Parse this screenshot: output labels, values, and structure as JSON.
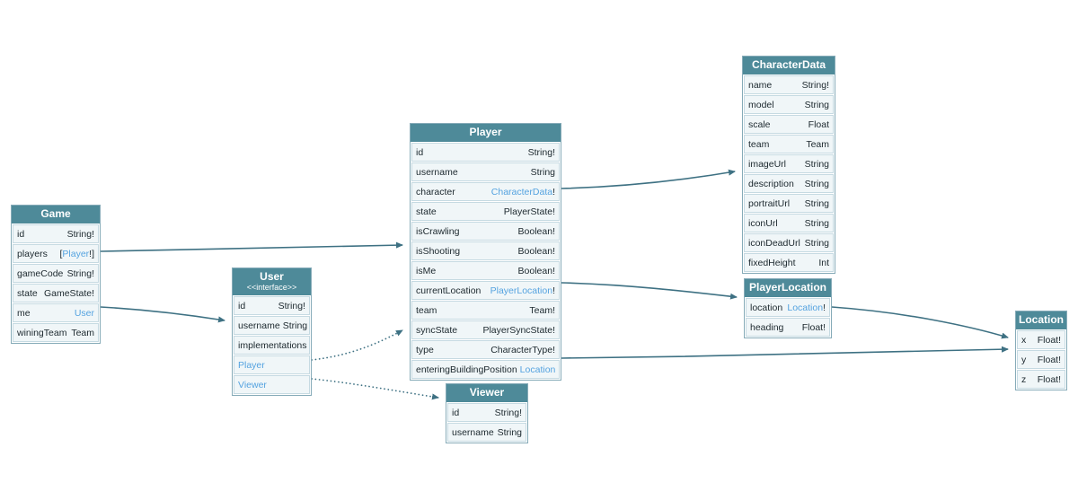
{
  "colors": {
    "header_bg": "#4e8a99",
    "header_text": "#ffffff",
    "row_bg": "#f0f6f8",
    "row_border": "#c6dae2",
    "table_border": "#86abb8",
    "field_text": "#1c282e",
    "link_text": "#55a3e0",
    "edge": "#3e7183"
  },
  "tables": [
    {
      "title": "Game",
      "fields": [
        {
          "name": "id",
          "pre": "",
          "type": "String!",
          "post": "",
          "link": false
        },
        {
          "name": "players",
          "pre": "[",
          "type": "Player",
          "post": "!]",
          "link": true
        },
        {
          "name": "gameCode",
          "pre": "",
          "type": "String!",
          "post": "",
          "link": false
        },
        {
          "name": "state",
          "pre": "",
          "type": "GameState!",
          "post": "",
          "link": false
        },
        {
          "name": "me",
          "pre": "",
          "type": "User",
          "post": "",
          "link": true
        },
        {
          "name": "winingTeam",
          "pre": "",
          "type": "Team",
          "post": "",
          "link": false
        }
      ]
    },
    {
      "title": "User",
      "subtitle": "<<interface>>",
      "fields": [
        {
          "name": "id",
          "pre": "",
          "type": "String!",
          "post": "",
          "link": false
        },
        {
          "name": "username",
          "pre": "",
          "type": "String",
          "post": "",
          "link": false
        },
        {
          "name": "implementations",
          "solo": true,
          "link": false
        },
        {
          "name": "Player",
          "solo": true,
          "link": true
        },
        {
          "name": "Viewer",
          "solo": true,
          "link": true
        }
      ]
    },
    {
      "title": "Player",
      "fields": [
        {
          "name": "id",
          "pre": "",
          "type": "String!",
          "post": "",
          "link": false
        },
        {
          "name": "username",
          "pre": "",
          "type": "String",
          "post": "",
          "link": false
        },
        {
          "name": "character",
          "pre": "",
          "type": "CharacterData",
          "post": "!",
          "link": true
        },
        {
          "name": "state",
          "pre": "",
          "type": "PlayerState!",
          "post": "",
          "link": false
        },
        {
          "name": "isCrawling",
          "pre": "",
          "type": "Boolean!",
          "post": "",
          "link": false
        },
        {
          "name": "isShooting",
          "pre": "",
          "type": "Boolean!",
          "post": "",
          "link": false
        },
        {
          "name": "isMe",
          "pre": "",
          "type": "Boolean!",
          "post": "",
          "link": false
        },
        {
          "name": "currentLocation",
          "pre": "",
          "type": "PlayerLocation",
          "post": "!",
          "link": true
        },
        {
          "name": "team",
          "pre": "",
          "type": "Team!",
          "post": "",
          "link": false
        },
        {
          "name": "syncState",
          "pre": "",
          "type": "PlayerSyncState!",
          "post": "",
          "link": false
        },
        {
          "name": "type",
          "pre": "",
          "type": "CharacterType!",
          "post": "",
          "link": false
        },
        {
          "name": "enteringBuildingPosition",
          "pre": "",
          "type": "Location",
          "post": "",
          "link": true
        }
      ]
    },
    {
      "title": "Viewer",
      "fields": [
        {
          "name": "id",
          "pre": "",
          "type": "String!",
          "post": "",
          "link": false
        },
        {
          "name": "username",
          "pre": "",
          "type": "String",
          "post": "",
          "link": false
        }
      ]
    },
    {
      "title": "CharacterData",
      "fields": [
        {
          "name": "name",
          "pre": "",
          "type": "String!",
          "post": "",
          "link": false
        },
        {
          "name": "model",
          "pre": "",
          "type": "String",
          "post": "",
          "link": false
        },
        {
          "name": "scale",
          "pre": "",
          "type": "Float",
          "post": "",
          "link": false
        },
        {
          "name": "team",
          "pre": "",
          "type": "Team",
          "post": "",
          "link": false
        },
        {
          "name": "imageUrl",
          "pre": "",
          "type": "String",
          "post": "",
          "link": false
        },
        {
          "name": "description",
          "pre": "",
          "type": "String",
          "post": "",
          "link": false
        },
        {
          "name": "portraitUrl",
          "pre": "",
          "type": "String",
          "post": "",
          "link": false
        },
        {
          "name": "iconUrl",
          "pre": "",
          "type": "String",
          "post": "",
          "link": false
        },
        {
          "name": "iconDeadUrl",
          "pre": "",
          "type": "String",
          "post": "",
          "link": false
        },
        {
          "name": "fixedHeight",
          "pre": "",
          "type": "Int",
          "post": "",
          "link": false
        }
      ]
    },
    {
      "title": "PlayerLocation",
      "fields": [
        {
          "name": "location",
          "pre": "",
          "type": "Location",
          "post": "!",
          "link": true
        },
        {
          "name": "heading",
          "pre": "",
          "type": "Float!",
          "post": "",
          "link": false
        }
      ]
    },
    {
      "title": "Location",
      "fields": [
        {
          "name": "x",
          "pre": "",
          "type": "Float!",
          "post": "",
          "link": false
        },
        {
          "name": "y",
          "pre": "",
          "type": "Float!",
          "post": "",
          "link": false
        },
        {
          "name": "z",
          "pre": "",
          "type": "Float!",
          "post": "",
          "link": false
        }
      ]
    }
  ],
  "edges": [
    {
      "from": "Game.players",
      "to": "Player",
      "style": "solid"
    },
    {
      "from": "Game.me",
      "to": "User",
      "style": "solid"
    },
    {
      "from": "Player.character",
      "to": "CharacterData",
      "style": "solid"
    },
    {
      "from": "Player.currentLocation",
      "to": "PlayerLocation",
      "style": "solid"
    },
    {
      "from": "Player.enteringBuildingPosition",
      "to": "Location",
      "style": "solid"
    },
    {
      "from": "PlayerLocation.location",
      "to": "Location",
      "style": "solid"
    },
    {
      "from": "User.Player",
      "to": "Player",
      "style": "dotted"
    },
    {
      "from": "User.Viewer",
      "to": "Viewer",
      "style": "dotted"
    }
  ]
}
